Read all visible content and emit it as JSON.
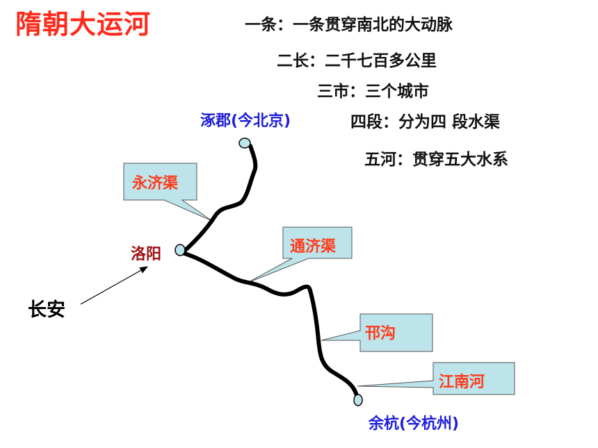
{
  "title": "隋朝大运河",
  "summary": [
    "一条：一条贯穿南北的大动脉",
    "二长：二千七百多公里",
    "三市：三个城市",
    "四段：分为四 段水渠",
    "五河：贯穿五大水系"
  ],
  "cities": {
    "zhuojun": "涿郡(今北京)",
    "luoyang": "洛阳",
    "changan": "长安",
    "yuhang": "余杭(今杭州)"
  },
  "canals": {
    "yongji": "永济渠",
    "tongji": "通济渠",
    "hangou": "邗沟",
    "jiangnan": "江南河"
  },
  "colors": {
    "title": "#ff2a1a",
    "canal_label": "#ff3a1a",
    "north_south_city": "#1d1ddb",
    "luoyang": "#a01010",
    "callout_fill": "#bde4ea",
    "river": "#000000"
  }
}
